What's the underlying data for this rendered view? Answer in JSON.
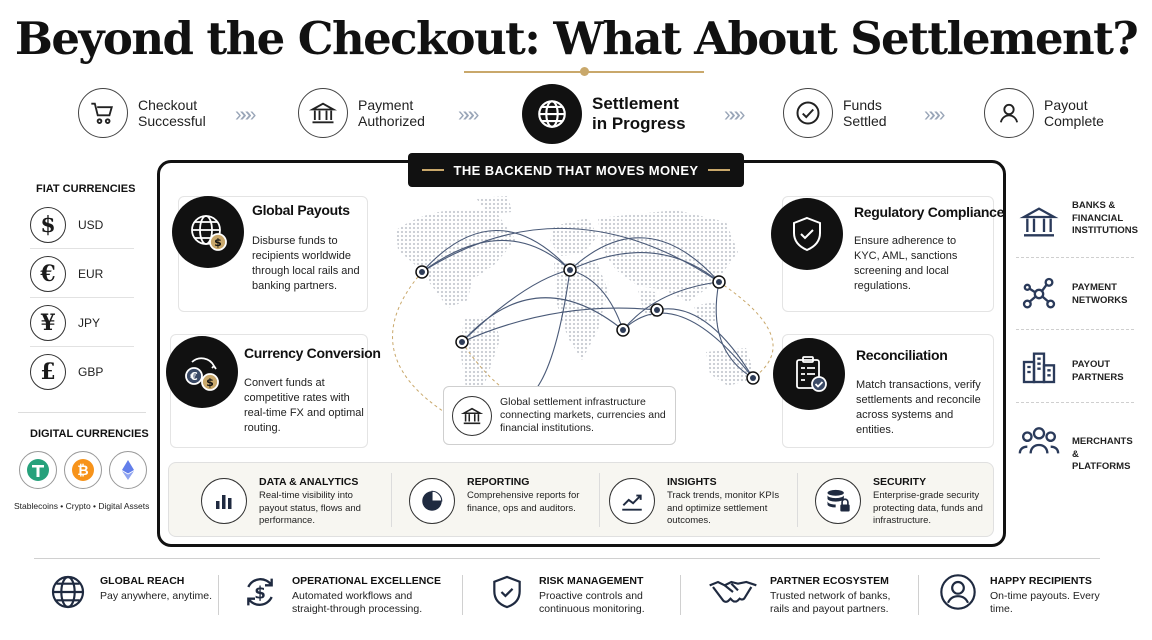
{
  "title": "Beyond the Checkout: What About Settlement?",
  "flow": {
    "steps": [
      {
        "label": "Checkout Successful",
        "icon": "cart-icon"
      },
      {
        "label": "Payment Authorized",
        "icon": "bank-icon"
      },
      {
        "label": "Settlement in Progress",
        "icon": "globe-icon"
      },
      {
        "label": "Funds Settled",
        "icon": "check-circle-icon"
      },
      {
        "label": "Payout Complete",
        "icon": "person-icon"
      }
    ],
    "separator": "»»»"
  },
  "fiat": {
    "heading": "FIAT CURRENCIES",
    "items": [
      {
        "symbol": "$",
        "code": "USD"
      },
      {
        "symbol": "€",
        "code": "EUR"
      },
      {
        "symbol": "¥",
        "code": "JPY"
      },
      {
        "symbol": "£",
        "code": "GBP"
      }
    ]
  },
  "digital": {
    "heading": "DIGITAL CURRENCIES",
    "caption": "Stablecoins • Crypto • Digital Assets",
    "coins": [
      {
        "icon": "tether-icon",
        "color": "#26a17b"
      },
      {
        "icon": "bitcoin-icon",
        "color": "#f7931a"
      },
      {
        "icon": "ethereum-icon",
        "color": "#627eea"
      }
    ]
  },
  "panel": {
    "banner": "THE BACKEND THAT MOVES MONEY",
    "features": [
      {
        "title": "Global Payouts",
        "desc": "Disburse funds to recipients worldwide through local rails and banking partners."
      },
      {
        "title": "Currency Conversion",
        "desc": "Convert funds at competitive rates with real-time FX and optimal routing."
      },
      {
        "title": "Regulatory Compliance",
        "desc": "Ensure adherence to KYC, AML, sanctions screening and local regulations."
      },
      {
        "title": "Reconciliation",
        "desc": "Match transactions, verify settlements and reconcile across systems and entities."
      }
    ],
    "map_caption": "Global settlement infrastructure connecting markets, currencies and financial institutions.",
    "strip": [
      {
        "title": "DATA & ANALYTICS",
        "desc": "Real-time visibility into payout status, flows and performance."
      },
      {
        "title": "REPORTING",
        "desc": "Comprehensive reports for finance, ops and auditors."
      },
      {
        "title": "INSIGHTS",
        "desc": "Track trends, monitor KPIs and optimize settlement outcomes."
      },
      {
        "title": "SECURITY",
        "desc": "Enterprise-grade security protecting data, funds and infrastructure."
      }
    ]
  },
  "partners": [
    {
      "label": "BANKS & FINANCIAL INSTITUTIONS",
      "icon": "bank-icon"
    },
    {
      "label": "PAYMENT NETWORKS",
      "icon": "network-icon"
    },
    {
      "label": "PAYOUT PARTNERS",
      "icon": "buildings-icon"
    },
    {
      "label": "MERCHANTS & PLATFORMS",
      "icon": "people-icon"
    }
  ],
  "bottom": [
    {
      "title": "GLOBAL REACH",
      "desc": "Pay anywhere, anytime."
    },
    {
      "title": "OPERATIONAL EXCELLENCE",
      "desc": "Automated workflows and straight-through processing."
    },
    {
      "title": "RISK MANAGEMENT",
      "desc": "Proactive controls and continuous monitoring."
    },
    {
      "title": "PARTNER ECOSYSTEM",
      "desc": "Trusted network of banks, rails and payout partners."
    },
    {
      "title": "HAPPY RECIPIENTS",
      "desc": "On-time payouts. Every time."
    }
  ],
  "colors": {
    "accent_gold": "#c9a86b",
    "ink": "#111111",
    "separator": "#9aa6b8"
  }
}
